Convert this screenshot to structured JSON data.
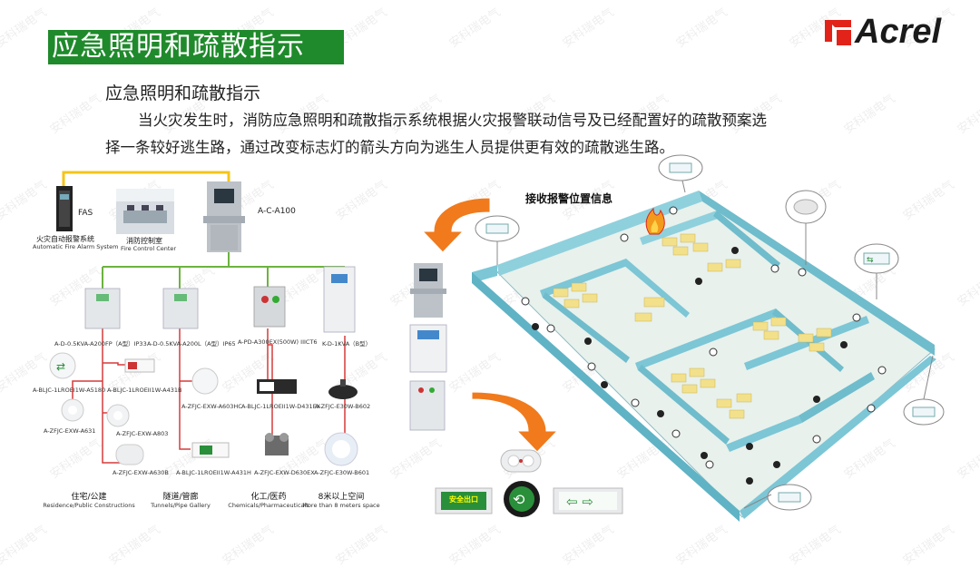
{
  "page": {
    "title": "应急照明和疏散指示",
    "subtitle": "应急照明和疏散指示",
    "paragraph_line1": "当火灾发生时，消防应急照明和疏散指示系统根据火灾报警联动信号及已经配置好的疏散预案选",
    "paragraph_line2": "择一条较好逃生路，通过改变标志灯的箭头方向为逃生人员提供更有效的疏散逃生路。"
  },
  "brand": {
    "name": "Acrel",
    "color": "#1a1a1a",
    "mark_color": "#e2231a"
  },
  "watermark": "安科瑞电气",
  "colors": {
    "title_bg": "#1f8a2b",
    "yellow_line": "#f5c518",
    "green_line": "#6cb33f",
    "red_line": "#d63b3b",
    "orange_arrow": "#f07a1c",
    "wall": "#7cc6d6",
    "floor": "#e8f1ec",
    "furniture": "#f3e08a"
  },
  "topology": {
    "fas": {
      "code": "FAS",
      "cn": "火灾自动报警系统",
      "en": "Automatic Fire Alarm System"
    },
    "center": {
      "cn": "消防控制室",
      "en": "Fire Control Center"
    },
    "host": {
      "code": "A-C-A100"
    },
    "distribution": [
      {
        "code": "A-D-0.5KVA-A200FP（A型）IP33"
      },
      {
        "code": "A-D-0.5KVA-A200L（A型）IP65"
      },
      {
        "code": "A-PD-A300EX(500W) IIICT6"
      },
      {
        "code": "K-D-1KVA（B型）"
      }
    ],
    "devices": [
      {
        "code": "A-BLJC-1LROEI1W-A5180"
      },
      {
        "code": "A-BLJC-1LROEII1W-A431B"
      },
      {
        "code": "A-ZFJC-EXW-A631"
      },
      {
        "code": "A-ZFJC-EXW-A803"
      },
      {
        "code": "A-ZFJC-EXW-A630B"
      },
      {
        "code": "A-ZFJC-EXW-A603HC"
      },
      {
        "code": "A-BLJC-1LROEII1W-A431H"
      },
      {
        "code": "A-BLJC-1LROEII1W-D431EX"
      },
      {
        "code": "A-ZFJC-EXW-D630EX"
      },
      {
        "code": "A-ZFJC-E30W-B602"
      },
      {
        "code": "A-ZFJC-E30W-B601"
      }
    ],
    "categories": [
      {
        "cn": "住宅/公建",
        "en": "Residence/Public Constructions"
      },
      {
        "cn": "隧道/管廊",
        "en": "Tunnels/Pipe Gallery"
      },
      {
        "cn": "化工/医药",
        "en": "Chemicals/Pharmaceuticals"
      },
      {
        "cn": "8米以上空间",
        "en": "More than 8 meters space"
      }
    ]
  },
  "floorplan": {
    "receive_label": "接收报警位置信息",
    "exit_sign": "安全出口",
    "icons": [
      "fire-icon",
      "exit-sign-icon",
      "arrow-sign-icon",
      "green-arrow-icon"
    ]
  }
}
